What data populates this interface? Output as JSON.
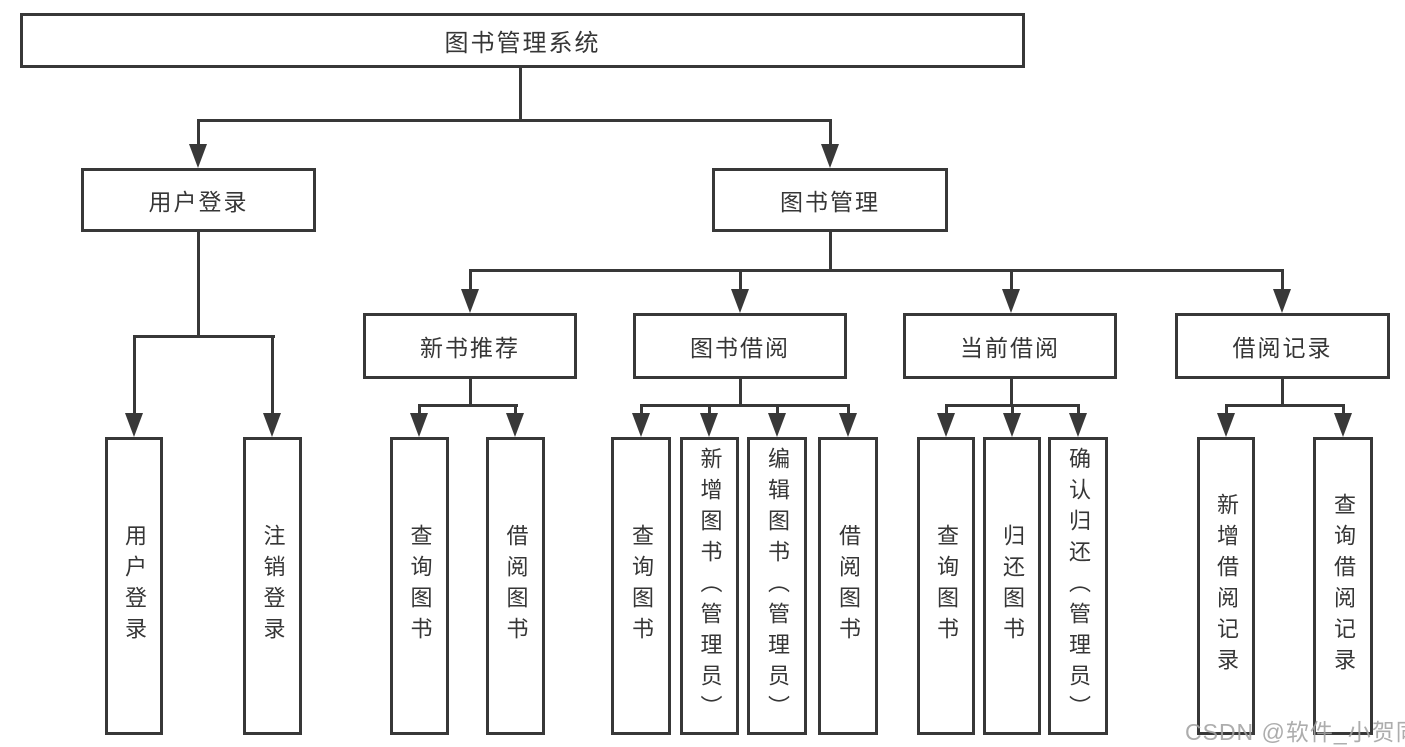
{
  "diagram_type": "hierarchy-tree",
  "style": {
    "line_color": "#383838",
    "box_border_color": "#383838",
    "text_color": "#363636",
    "background": "#ffffff",
    "watermark_color": "#a2a2a2"
  },
  "nodes": {
    "root": {
      "label": "图书管理系统"
    },
    "level2": [
      {
        "label": "用户登录"
      },
      {
        "label": "图书管理"
      }
    ],
    "level3": [
      {
        "label": "新书推荐"
      },
      {
        "label": "图书借阅"
      },
      {
        "label": "当前借阅"
      },
      {
        "label": "借阅记录"
      }
    ]
  },
  "leaves": {
    "login": [
      {
        "label": "用户登录"
      },
      {
        "label": "注销登录"
      }
    ],
    "recommend": [
      {
        "label": "查询图书"
      },
      {
        "label": "借阅图书"
      }
    ],
    "borrow": [
      {
        "label": "查询图书"
      },
      {
        "label": "新增图书（管理员）"
      },
      {
        "label": "编辑图书（管理员）"
      },
      {
        "label": "借阅图书"
      }
    ],
    "current": [
      {
        "label": "查询图书"
      },
      {
        "label": "归还图书"
      },
      {
        "label": "确认归还（管理员）"
      }
    ],
    "records": [
      {
        "label": "新增借阅记录"
      },
      {
        "label": "查询借阅记录"
      }
    ]
  },
  "watermark": {
    "text": "CSDN @软件_小贺同学"
  }
}
